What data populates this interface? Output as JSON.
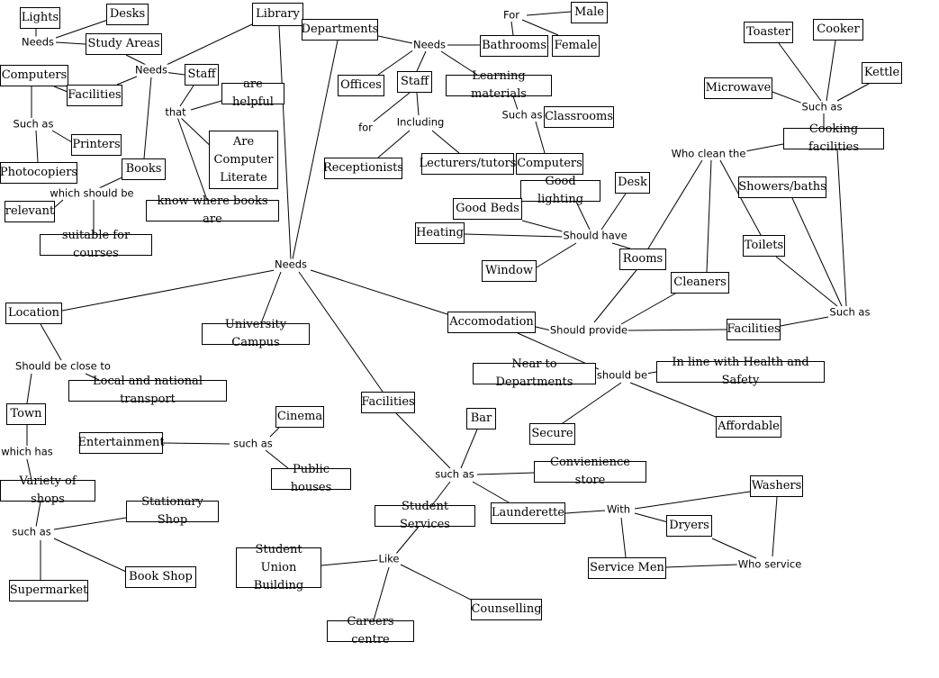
{
  "concepts": [
    "Lights",
    "Desks",
    "Study Areas",
    "Library",
    "Departments",
    "Male",
    "Bathrooms",
    "Female",
    "Toaster",
    "Cooker",
    "Kettle",
    "Microwave",
    "Computers",
    "Facilities",
    "Staff",
    "are helpful",
    "Offices",
    "Staff",
    "Learning materials",
    "Classrooms",
    "Cooking facilities",
    "Printers",
    "Are\nComputer\nLiterate",
    "Photocopiers",
    "Books",
    "Receptionists",
    "Lecturers/tutors",
    "Computers",
    "Good lighting",
    "Desk",
    "Showers/baths",
    "relevant",
    "know where books are",
    "Good Beds",
    "Heating",
    "suitable for courses",
    "Toilets",
    "Rooms",
    "Window",
    "Cleaners",
    "Location",
    "Accomodation",
    "University Campus",
    "Facilities",
    "Near to Departments",
    "In line with Health and Safety",
    "Local and national transport",
    "Facilities",
    "Town",
    "Cinema",
    "Bar",
    "Affordable",
    "Secure",
    "Entertainment",
    "Public houses",
    "Convienience store",
    "Washers",
    "Variety of shops",
    "Stationary Shop",
    "Launderette",
    "Student Services",
    "Dryers",
    "Student Union\nBuilding",
    "Book Shop",
    "Service Men",
    "Supermarket",
    "Counselling",
    "Careers centre"
  ],
  "linking_phrases": [
    "Needs",
    "Needs",
    "that",
    "Such as",
    "which should be",
    "For",
    "Needs",
    "for",
    "Including",
    "Such as",
    "Such as",
    "Who clean the",
    "Should have",
    "Needs",
    "Such as",
    "Should provide",
    "Should be close to",
    "should be",
    "which has",
    "such as",
    "such as",
    "With",
    "such as",
    "Like",
    "Who service"
  ]
}
